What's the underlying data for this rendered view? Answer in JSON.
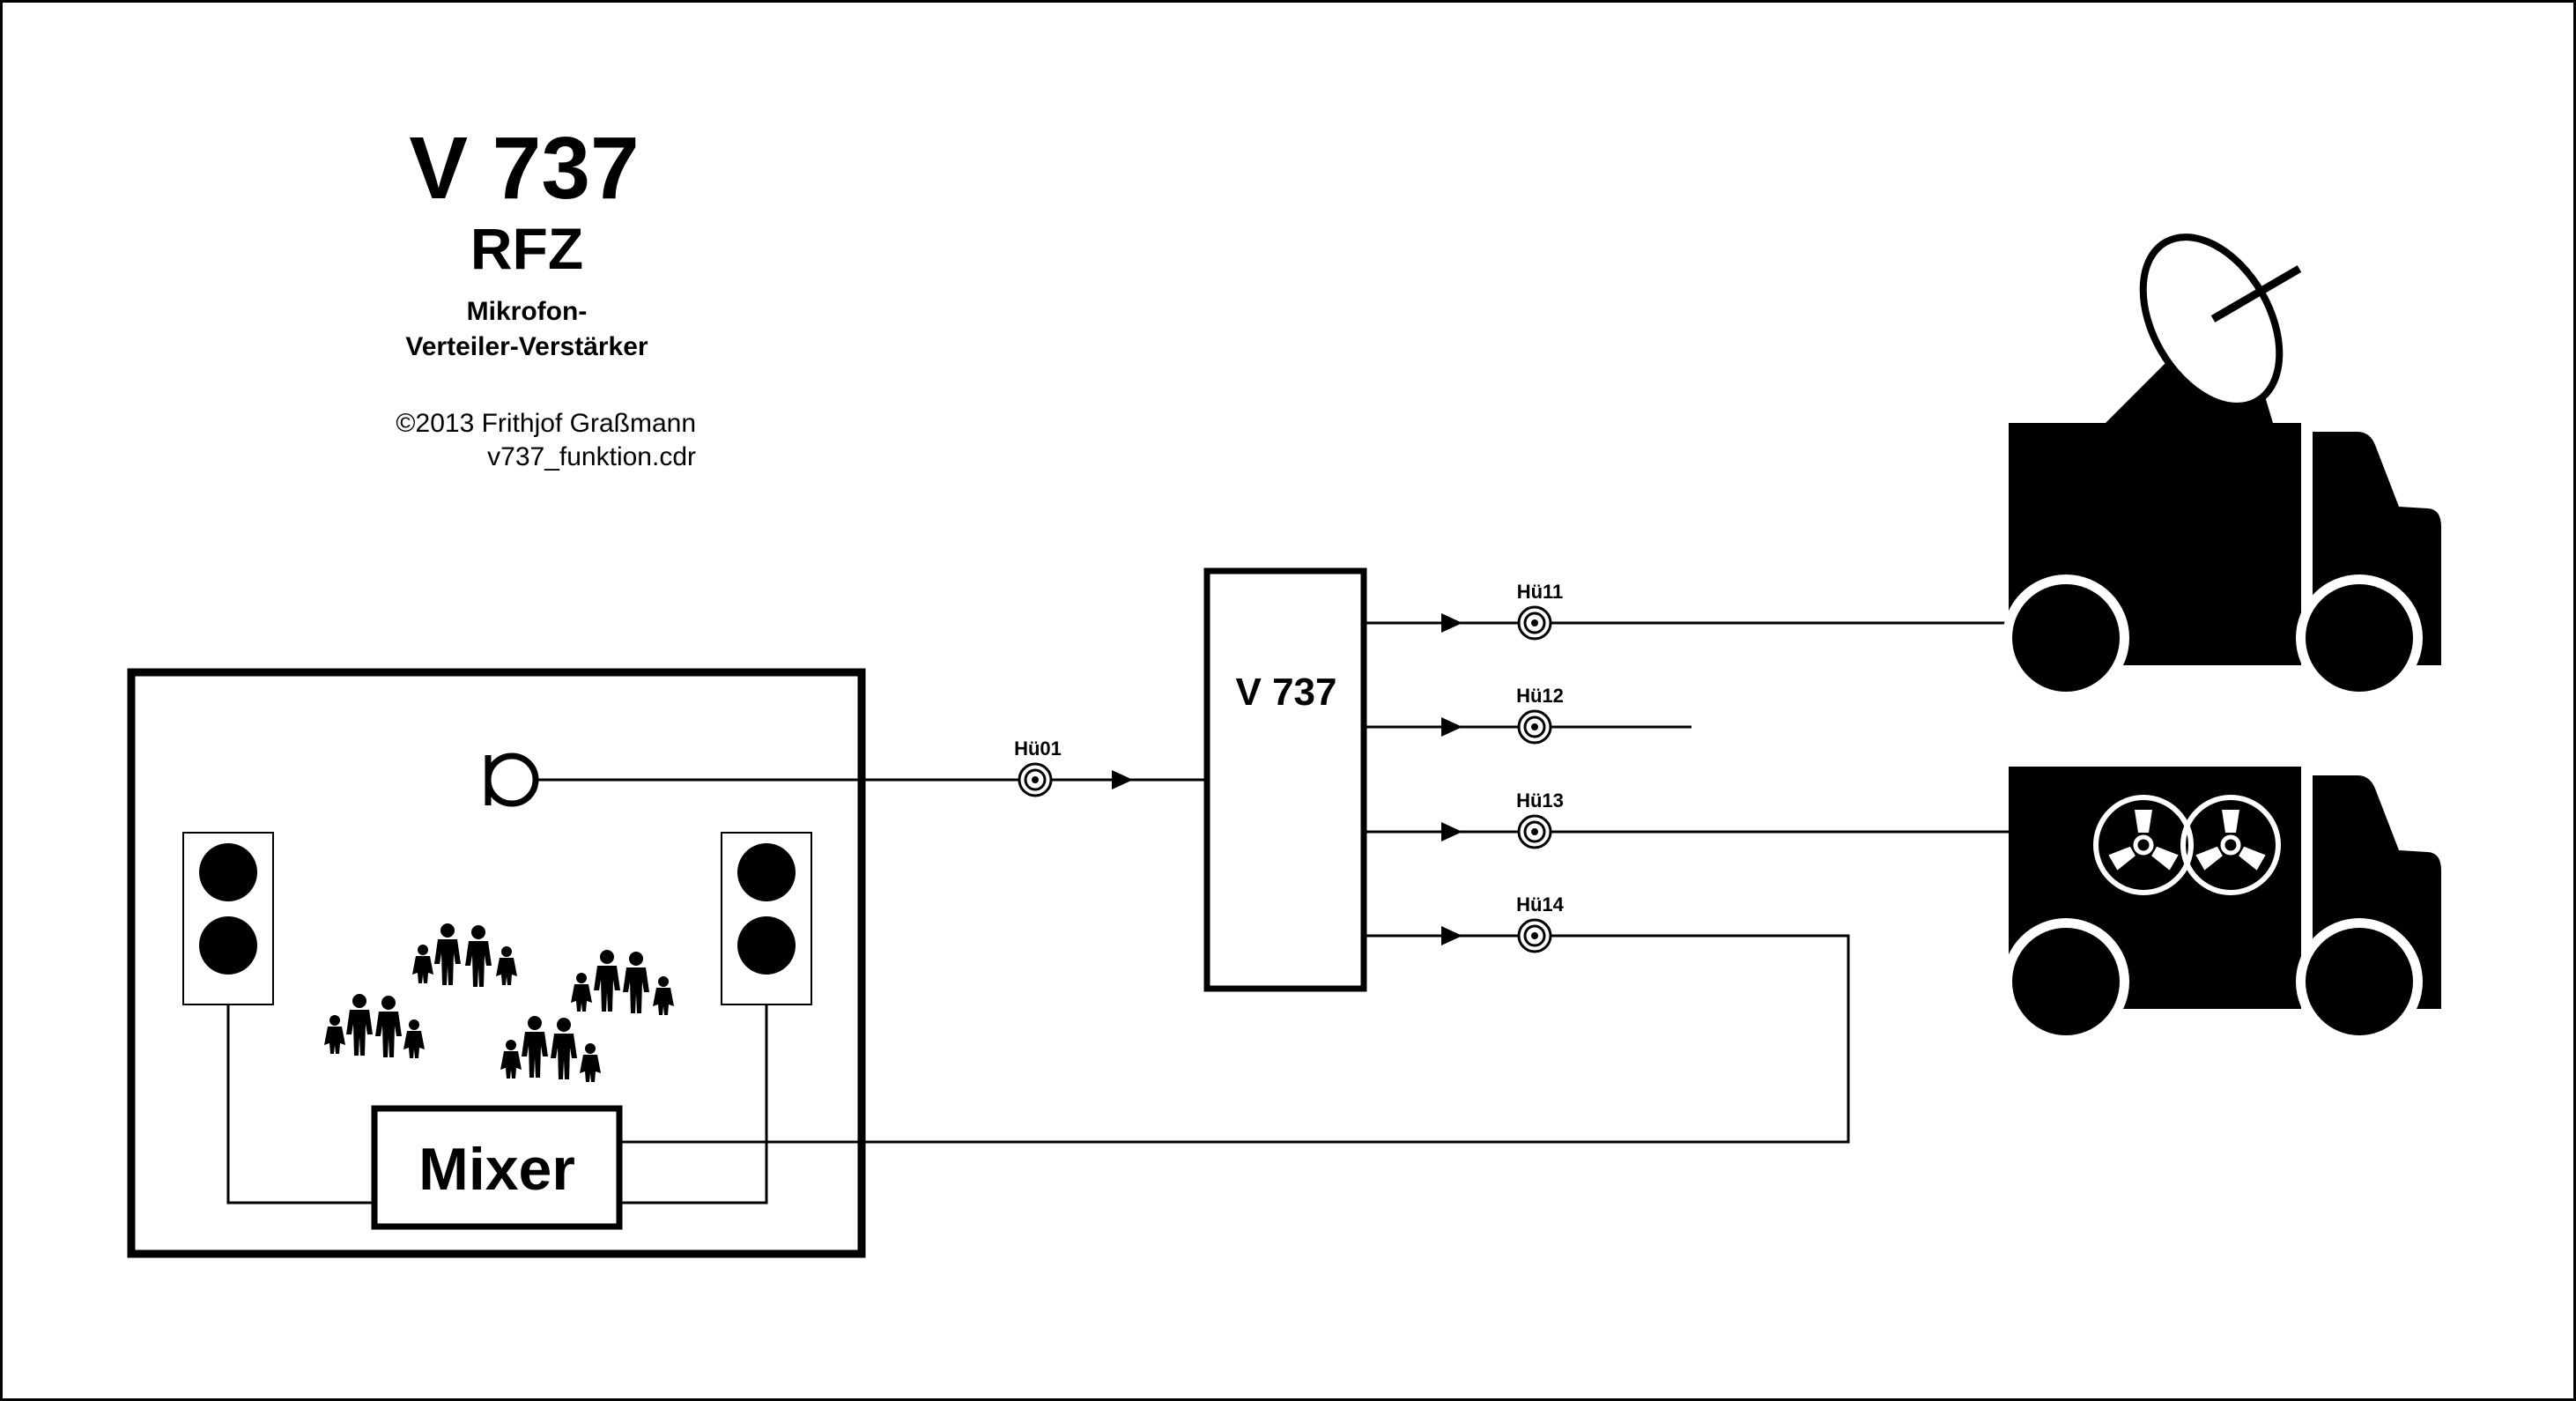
{
  "title": {
    "main": "V 737",
    "sub": "RFZ",
    "desc_line1": "Mikrofon-",
    "desc_line2": "Verteiler-Verstärker",
    "copyright": "©2013  Frithjof Graßmann",
    "filename": "v737_funktion.cdr"
  },
  "amplifier": {
    "label": "V 737"
  },
  "mixer": {
    "label": "Mixer"
  },
  "connectors": {
    "input": "Hü01",
    "out1": "Hü11",
    "out2": "Hü12",
    "out3": "Hü13",
    "out4": "Hü14"
  },
  "colors": {
    "ink": "#000000",
    "background": "#ffffff"
  }
}
